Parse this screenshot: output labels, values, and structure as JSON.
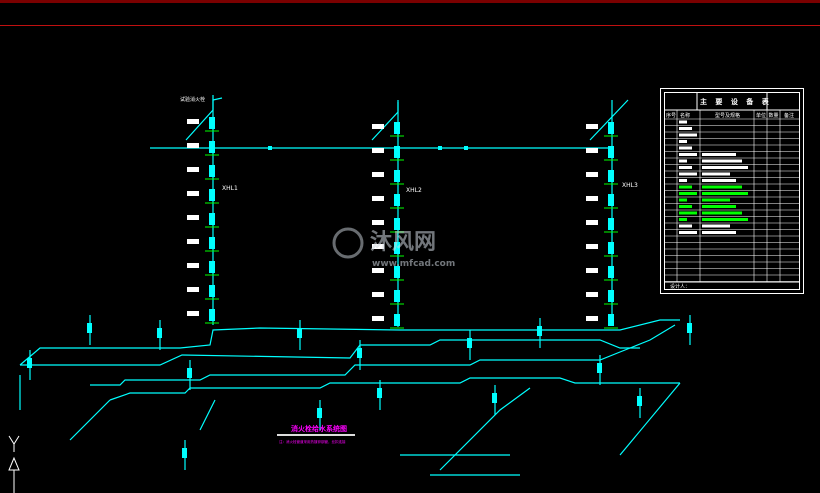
{
  "drawing": {
    "title": "消火栓给水系统图",
    "subtitle": "注：消火栓管道采用热镀锌钢管，丝扣连接",
    "risers": [
      "XHL1",
      "XHL2",
      "XHL3"
    ],
    "roof_label": "试验消火栓"
  },
  "equipment_table": {
    "title": "主 要 设 备 表",
    "headers": [
      "序号",
      "名称",
      "型号及规格",
      "单位",
      "数量",
      "备注"
    ],
    "footer": "设计人："
  },
  "watermark": {
    "brand": "沐风网",
    "url": "www.mfcad.com"
  },
  "colors": {
    "pipe": "#00ffff",
    "valve": "#00ff00",
    "title": "#ff00ff",
    "frame": "#c01010",
    "background": "#000000"
  }
}
